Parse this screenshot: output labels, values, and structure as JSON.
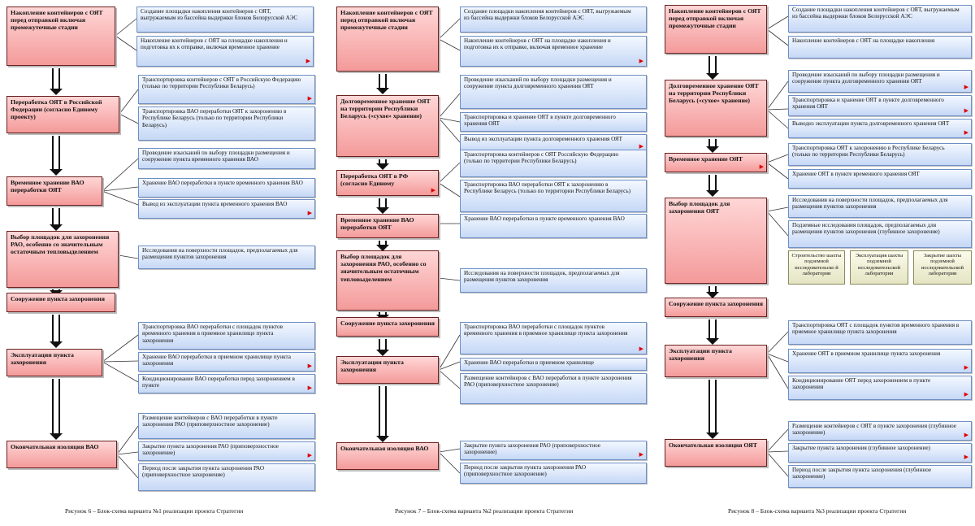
{
  "diagrams": [
    {
      "caption": "Рисунок 6 – Блок-схема варианта №1 реализации проекта Стратегии",
      "stages": [
        {
          "text": "Накопление контейнеров с ОЯТ перед отправкой включая промежуточные стадии",
          "details": [
            {
              "text": "Создание площадки накопления контейнеров с ОЯТ, выгружаемым из бассейна выдержки блоков Белорусской АЭС"
            },
            {
              "text": "Накопление контейнеров с ОЯТ на площадке накопления и подготовка их к отправке, включая временное хранение"
            }
          ]
        },
        {
          "text": "Переработка ОЯТ в Российской Федерации (согласно Единому проекту)",
          "details": [
            {
              "text": "Транспортировка контейнеров с ОЯТ в Российскую Федерацию (только по территории Республики Беларусь)"
            },
            {
              "text": "Транспортировка ВАО переработки ОЯТ к захоронению в Республике Беларусь (только по территории Республики Беларусь)"
            }
          ]
        },
        {
          "text": "Временное хранение ВАО переработки ОЯТ",
          "details": [
            {
              "text": "Проведение изысканий по выбору площадки размещения и сооружение пункта временного хранения ВАО"
            },
            {
              "text": "Хранение ВАО переработки в пункте временного хранения ВАО"
            },
            {
              "text": "Вывод из эксплуатации пункта временного хранения ВАО"
            }
          ]
        },
        {
          "text": "Выбор площадок для захоронения РАО, особенно со значительным остаточным тепловыделением",
          "details": [
            {
              "text": "Исследования на поверхности площадок, предполагаемых для размещения пунктов захоронения"
            }
          ]
        },
        {
          "text": "Сооружение пункта захоронения",
          "details": []
        },
        {
          "text": "Эксплуатации пункта захоронения",
          "details": [
            {
              "text": "Транспортировка ВАО переработки с площадок пунктов временного хранения в приемное хранилище пункта захоронения"
            },
            {
              "text": "Хранение ВАО переработки в приемном хранилище пункта захоронения"
            },
            {
              "text": "Кондиционирование ВАО переработки перед захоронением в пункте"
            }
          ]
        },
        {
          "text": "Окончательная изоляция ВАО",
          "details": [
            {
              "text": "Размещение контейнеров с ВАО переработки в пункте захоронения РАО (приповерхностное захоронение)"
            },
            {
              "text": "Закрытие пункта захоронения РАО (приповерхностное захоронение)"
            },
            {
              "text": "Период после закрытия пункта захоронения РАО (приповерхностное захоронение)"
            }
          ]
        }
      ]
    },
    {
      "caption": "Рисунок 7 – Блок-схема варианта №2 реализации проекта Стратегии",
      "stages": [
        {
          "text": "Накопление контейнеров с ОЯТ перед отправкой включая промежуточные стадии",
          "details": [
            {
              "text": "Создание площадки накопления контейнеров с ОЯТ, выгружаемым из бассейна выдержки блоков Белорусской АЭС"
            },
            {
              "text": "Накопление контейнеров с ОЯТ на площадке накопления и подготовка их к отправке, включая временное хранение"
            }
          ]
        },
        {
          "text": "Долговременное хранение ОЯТ на территории Республики Беларусь («сухое» хранение)",
          "details": [
            {
              "text": "Проведение изысканий по выбору площадки размещения и сооружение пункта долговременного хранения ОЯТ"
            },
            {
              "text": "Транспортировка и хранение ОЯТ в пункте долговременного хранения ОЯТ"
            },
            {
              "text": "Вывод из эксплуатации пункта долговременного хранения ОЯТ"
            }
          ]
        },
        {
          "text": "Переработка ОЯТ в РФ (согласно Единому",
          "details": [
            {
              "text": "Транспортировка контейнеров с ОЯТ Российскую Федерацию (только по территории Республики Беларусь)"
            },
            {
              "text": "Транспортировка ВАО переработки ОЯТ к захоронению в Республике Беларусь (только по территории Республики Беларусь)"
            }
          ]
        },
        {
          "text": "Временное хранение ВАО переработки ОЯТ",
          "details": [
            {
              "text": "Хранение ВАО переработки в пункте временного хранения ВАО"
            }
          ]
        },
        {
          "text": "Выбор площадок для захоронения РАО, особенно со значительным остаточным тепловыделением",
          "details": [
            {
              "text": "Исследования на поверхности площадок, предполагаемых для размещения пунктов захоронения"
            }
          ]
        },
        {
          "text": "Сооружение пункта захоронения",
          "details": []
        },
        {
          "text": "Эксплуатации пункта захоронения",
          "details": [
            {
              "text": "Транспортировка ВАО переработки с площадок пунктов временного хранения в приемное хранилище пункта захоронения"
            },
            {
              "text": "Хранение ВАО переработки в приемном хранилище"
            },
            {
              "text": "Размещение контейнеров с ВАО переработки в пункте захоронения РАО (приповерхностное захоронение)"
            }
          ]
        },
        {
          "text": "Окончательная изоляция ВАО",
          "details": [
            {
              "text": "Закрытие пункта захоронения РАО (приповерхностное захоронение)"
            },
            {
              "text": "Период после закрытия пункта захоронения РАО (приповерхностное захоронение)"
            }
          ]
        }
      ]
    },
    {
      "caption": "Рисунок 8 – Блок-схема варианта №3 реализации проекта Стратегии",
      "stages": [
        {
          "text": "Накопление контейнеров с ОЯТ перед отправкой включая промежуточные стадии",
          "details": [
            {
              "text": "Создание площадки накопления контейнеров с ОЯТ, выгружаемым из бассейна выдержки блоков Белорусской АЭС"
            },
            {
              "text": "Накопление контейнеров с ОЯТ на площадке накопления"
            }
          ]
        },
        {
          "text": "Долговременное хранение ОЯТ на территории Республики Беларусь («сухое» хранение)",
          "details": [
            {
              "text": "Проведение изысканий по выбору площадки размещения и сооружение пункта долговременного хранения ОЯТ"
            },
            {
              "text": "Транспортировка и хранение ОЯТ в пункте долговременного хранения ОЯТ"
            },
            {
              "text": "Выводиз эксплуатации пункта долговременного хранения ОЯТ"
            }
          ]
        },
        {
          "text": "Временное хранение ОЯТ",
          "details": [
            {
              "text": "Транспортировка ОЯТ к захоронению в Республике Беларусь (только по территории Республики Беларусь)"
            },
            {
              "text": "Хранение ОЯТ в пункте временного хранения ОЯТ"
            }
          ]
        },
        {
          "text": "Выбор площадок для захоронения ОЯТ",
          "details": [
            {
              "text": "Исследования на поверхности площадок, предполагаемых для размещения пунктов захоронения"
            },
            {
              "text": "Подземные исследования площадок, предполагаемых для размещения пунктов захоронения (глубинное захоронение)"
            }
          ],
          "subs": [
            {
              "text": "Строительство шахты подземной исследовательско й лаборатории"
            },
            {
              "text": "Эксплуатация шахты подземной исследовательской лаборатории"
            },
            {
              "text": "Закрытие шахты подземной исследовательской лаборатории"
            }
          ]
        },
        {
          "text": "Сооружение пункта захоронения",
          "details": []
        },
        {
          "text": "Эксплуатации пункта захоронения",
          "details": [
            {
              "text": "Транспортировка ОЯТ с площадок пунктов временного хранения в приемное хранилище пункта захоронения"
            },
            {
              "text": "Хранение ОЯТ в приемном хранилище пункта захоронения"
            },
            {
              "text": "Кондиционирование ОЯТ перед захоронением в пункте захоронения"
            }
          ]
        },
        {
          "text": "Окончательная изоляция ОЯТ",
          "details": [
            {
              "text": "Размещение контейнеров с ОЯТ в пункте захоронения (глубинное захоронение)"
            },
            {
              "text": "Закрытие пункта захоронения (глубинное захоронение)"
            },
            {
              "text": "Период после закрытия пункта захоронения (глубинное захоронение)"
            }
          ]
        }
      ]
    }
  ]
}
